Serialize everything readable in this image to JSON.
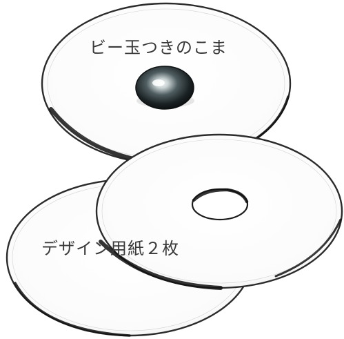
{
  "top_disc": {
    "label": "ビー玉つきのこま",
    "center_item": "marble"
  },
  "bottom_discs": {
    "label": "デザイン用紙２枚",
    "count": 2
  },
  "colors": {
    "background": "#ffffff",
    "outline": "#2b2b2b",
    "marble_dark": "#141a1c",
    "marble_mid": "#4f5d61",
    "marble_highlight": "#f4f7f7",
    "label_text": "#3a3a3a"
  }
}
